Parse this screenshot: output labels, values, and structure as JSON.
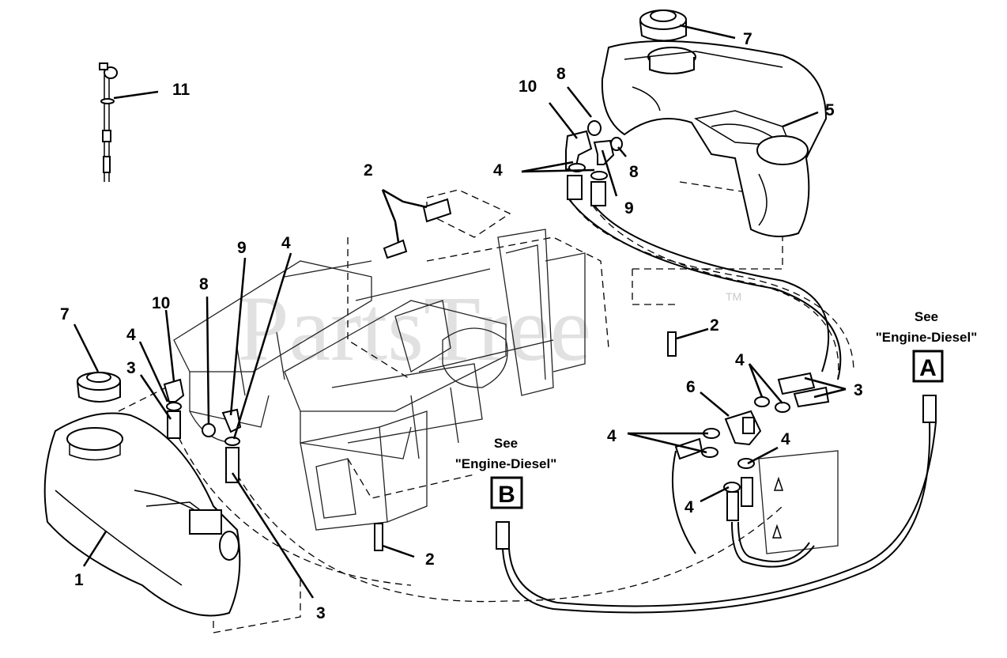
{
  "watermark": {
    "text": "PartsTree",
    "tm": "TM"
  },
  "callouts": [
    {
      "id": "c11",
      "text": "11"
    },
    {
      "id": "c7a",
      "text": "7"
    },
    {
      "id": "c10a",
      "text": "10"
    },
    {
      "id": "c8a",
      "text": "8"
    },
    {
      "id": "c5",
      "text": "5"
    },
    {
      "id": "c4a",
      "text": "4"
    },
    {
      "id": "c8b",
      "text": "8"
    },
    {
      "id": "c9a",
      "text": "9"
    },
    {
      "id": "c2a",
      "text": "2"
    },
    {
      "id": "c9b",
      "text": "9"
    },
    {
      "id": "c4b",
      "text": "4"
    },
    {
      "id": "c8c",
      "text": "8"
    },
    {
      "id": "c10b",
      "text": "10"
    },
    {
      "id": "c7b",
      "text": "7"
    },
    {
      "id": "c4c",
      "text": "4"
    },
    {
      "id": "c3a",
      "text": "3"
    },
    {
      "id": "c1",
      "text": "1"
    },
    {
      "id": "c3b",
      "text": "3"
    },
    {
      "id": "c2b",
      "text": "2"
    },
    {
      "id": "c2c",
      "text": "2"
    },
    {
      "id": "c4d",
      "text": "4"
    },
    {
      "id": "c6",
      "text": "6"
    },
    {
      "id": "c3c",
      "text": "3"
    },
    {
      "id": "c4e",
      "text": "4"
    },
    {
      "id": "c4f",
      "text": "4"
    },
    {
      "id": "c4g",
      "text": "4"
    }
  ],
  "references": {
    "a": {
      "see": "See",
      "target": "\"Engine-Diesel\"",
      "letter": "A"
    },
    "b": {
      "see": "See",
      "target": "\"Engine-Diesel\"",
      "letter": "B"
    }
  }
}
